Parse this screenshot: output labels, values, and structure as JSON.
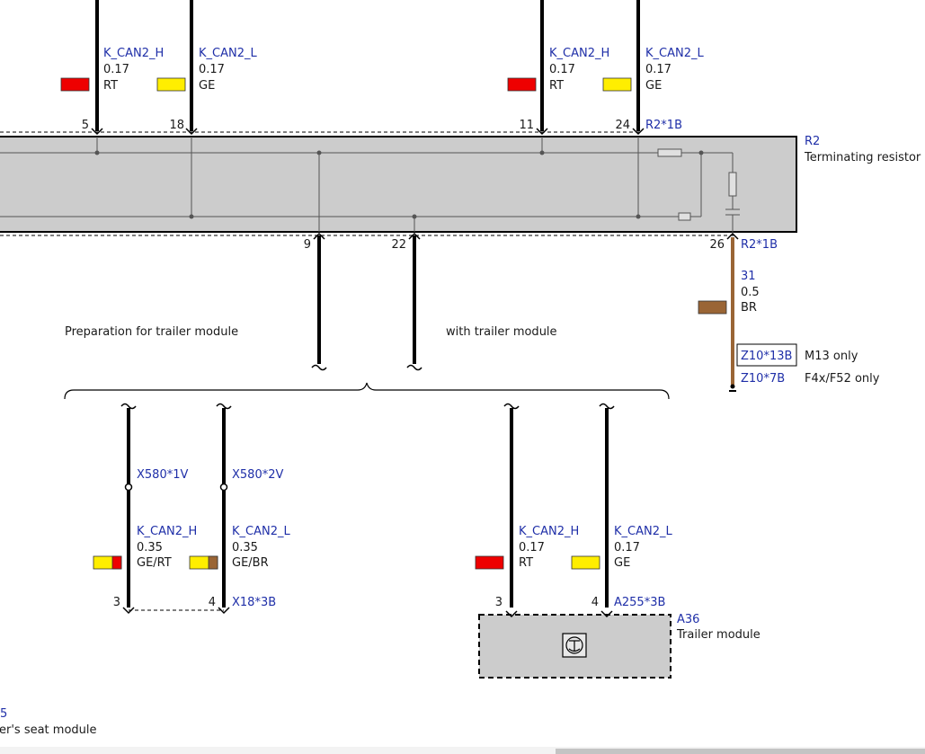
{
  "top_left": {
    "pin_can_h": "5",
    "pin_can_l": "18",
    "can_h": {
      "signal": "K_CAN2_H",
      "size": "0.17",
      "color": "RT"
    },
    "can_l": {
      "signal": "K_CAN2_L",
      "size": "0.17",
      "color": "GE"
    }
  },
  "top_right": {
    "pin_can_h": "11",
    "pin_can_l": "24",
    "connector": "R2*1B",
    "can_h": {
      "signal": "K_CAN2_H",
      "size": "0.17",
      "color": "RT"
    },
    "can_l": {
      "signal": "K_CAN2_L",
      "size": "0.17",
      "color": "GE"
    }
  },
  "resistor_box": {
    "ref": "R2",
    "name": "Terminating resistor",
    "bottom_pins": [
      "9",
      "22",
      "26"
    ],
    "bottom_connector": "R2*1B"
  },
  "ground_wire": {
    "pin": "31",
    "size": "0.5",
    "color": "BR",
    "conn_m13": "Z10*13B",
    "note_m13": "M13 only",
    "conn_f4x": "Z10*7B",
    "note_f4x": "F4x/F52 only"
  },
  "labels": {
    "prep": "Preparation for trailer module",
    "with": "with trailer module"
  },
  "seat_branch": {
    "splice_h": "X580*1V",
    "splice_l": "X580*2V",
    "can_h": {
      "signal": "K_CAN2_H",
      "size": "0.35",
      "color": "GE/RT"
    },
    "can_l": {
      "signal": "K_CAN2_L",
      "size": "0.35",
      "color": "GE/BR"
    },
    "pin_h": "3",
    "pin_l": "4",
    "connector": "X18*3B"
  },
  "trailer_branch": {
    "can_h": {
      "signal": "K_CAN2_H",
      "size": "0.17",
      "color": "RT"
    },
    "can_l": {
      "signal": "K_CAN2_L",
      "size": "0.17",
      "color": "GE"
    },
    "pin_h": "3",
    "pin_l": "4",
    "connector": "A255*3B",
    "module_ref": "A36",
    "module_name": "Trailer module",
    "module_icon": "trailer-hitch-icon"
  },
  "seat_module": {
    "ref_partial": "5",
    "name_partial": "er's seat module"
  },
  "colors": {
    "RT": "#ee0000",
    "GE": "#ffee00",
    "BR": "#9a6535",
    "label_blue": "#1f2fa8",
    "box_fill": "#cccccc"
  }
}
